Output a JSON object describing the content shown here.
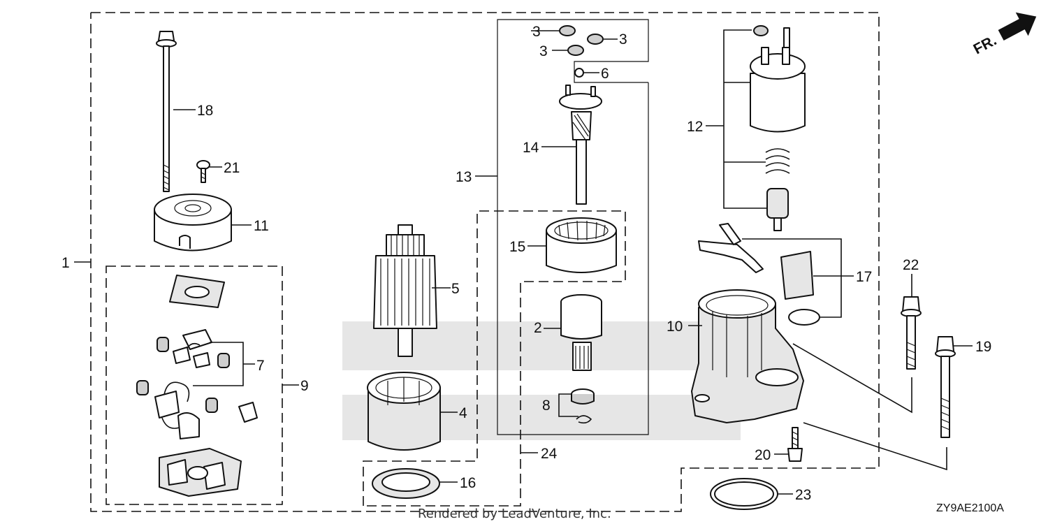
{
  "diagram": {
    "code": "ZY9AE2100A",
    "direction_label": "FR.",
    "watermark": "Rendered by LeadVenture, Inc.",
    "callouts": {
      "c1": "1",
      "c2": "2",
      "c3": "3",
      "c4": "4",
      "c5": "5",
      "c6": "6",
      "c7": "7",
      "c8": "8",
      "c9": "9",
      "c10": "10",
      "c11": "11",
      "c12": "12",
      "c13": "13",
      "c14": "14",
      "c15": "15",
      "c16": "16",
      "c17": "17",
      "c18": "18",
      "c19": "19",
      "c20": "20",
      "c21": "21",
      "c22": "22",
      "c23": "23",
      "c24": "24"
    }
  }
}
